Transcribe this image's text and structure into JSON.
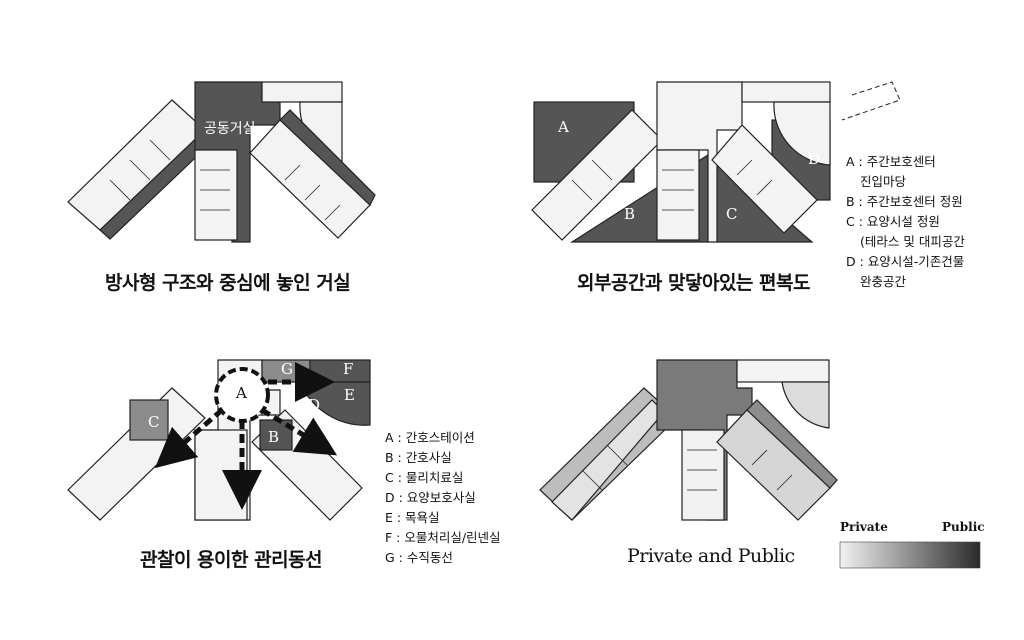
{
  "panels": {
    "radial": {
      "room_label": "공동거실",
      "caption": "방사형 구조와 중심에 놓인 거실"
    },
    "outdoor": {
      "caption": "외부공간과 맞닿아있는 편복도",
      "zones": {
        "a": "A",
        "b": "B",
        "c": "C",
        "d": "D"
      },
      "legend": [
        "A : 주간보호센터",
        "진입마당",
        "B : 주간보호센터 정원",
        "C : 요양시설 정원",
        "(테라스 및 대피공간",
        "D : 요양시설-기존건물",
        "완충공간"
      ]
    },
    "circulation": {
      "caption": "관찰이 용이한 관리동선",
      "zones": {
        "a": "A",
        "b": "B",
        "c": "C",
        "d": "D",
        "e": "E",
        "f": "F",
        "g": "G"
      },
      "legend": [
        "A : 간호스테이션",
        "B : 간호사실",
        "C : 물리치료실",
        "D : 요양보호사실",
        "E : 목욕실",
        "F : 오물처리실/린넨실",
        "G : 수직동선"
      ]
    },
    "privacy": {
      "caption": "Private and Public",
      "gradient": {
        "left_label": "Private",
        "right_label": "Public",
        "from": "#f2f2f2",
        "to": "#2b2b2b"
      }
    }
  },
  "colors": {
    "dark": "#555555",
    "medium": "#8c8c8c",
    "light": "#f3f3f3",
    "line": "#222222"
  }
}
